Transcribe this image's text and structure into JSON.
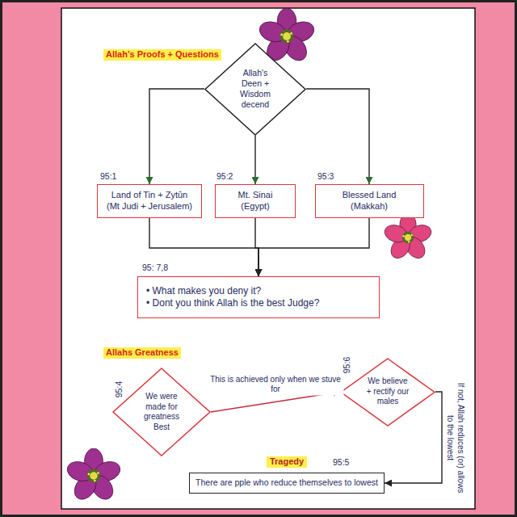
{
  "diagram": {
    "title": "Allah's Proofs + Questions",
    "nodes": [
      {
        "text": [
          "Allah's Deen + Wisdom decend"
        ]
      },
      {
        "text": [
          "Land of Tin + Zytūn",
          "(Mt Judi + Jerusalem)"
        ]
      },
      {
        "text": [
          "Mt. Sinai",
          "(Egypt)"
        ]
      },
      {
        "text": [
          "Blessed Land",
          "(Makkah)"
        ]
      },
      {
        "text": [
          "• What makes you deny it?",
          "• Dont you think Allah is the best Judge?"
        ]
      },
      {
        "text": [
          "We were made for greatness Best"
        ]
      },
      {
        "text": [
          "We believe + rectify our males"
        ]
      },
      {
        "text": [
          "Tragedy",
          "There are pple who reduce themselves to lowest"
        ]
      }
    ],
    "edges": [
      {
        "from": 0,
        "to": 1,
        "arrow": "to"
      },
      {
        "from": 0,
        "to": 2,
        "arrow": "to"
      },
      {
        "from": 0,
        "to": 3,
        "arrow": "to"
      },
      {
        "from": 1,
        "to": 4,
        "arrow": "to"
      },
      {
        "from": 2,
        "to": 4,
        "arrow": "to"
      },
      {
        "from": 3,
        "to": 4,
        "arrow": "to"
      },
      {
        "from": 5,
        "to": 6,
        "arrow": "to",
        "label": "This is achieved only when we stuve for"
      },
      {
        "from": 6,
        "to": 7,
        "arrow": "to",
        "label": "If not, Allah reduces (or) allows to the lowest"
      }
    ],
    "labels": [
      "95:1",
      "95:2",
      "95:3",
      "95: 7,8",
      "Allahs Greatness",
      "95:4",
      "95:6",
      "95:5"
    ]
  }
}
